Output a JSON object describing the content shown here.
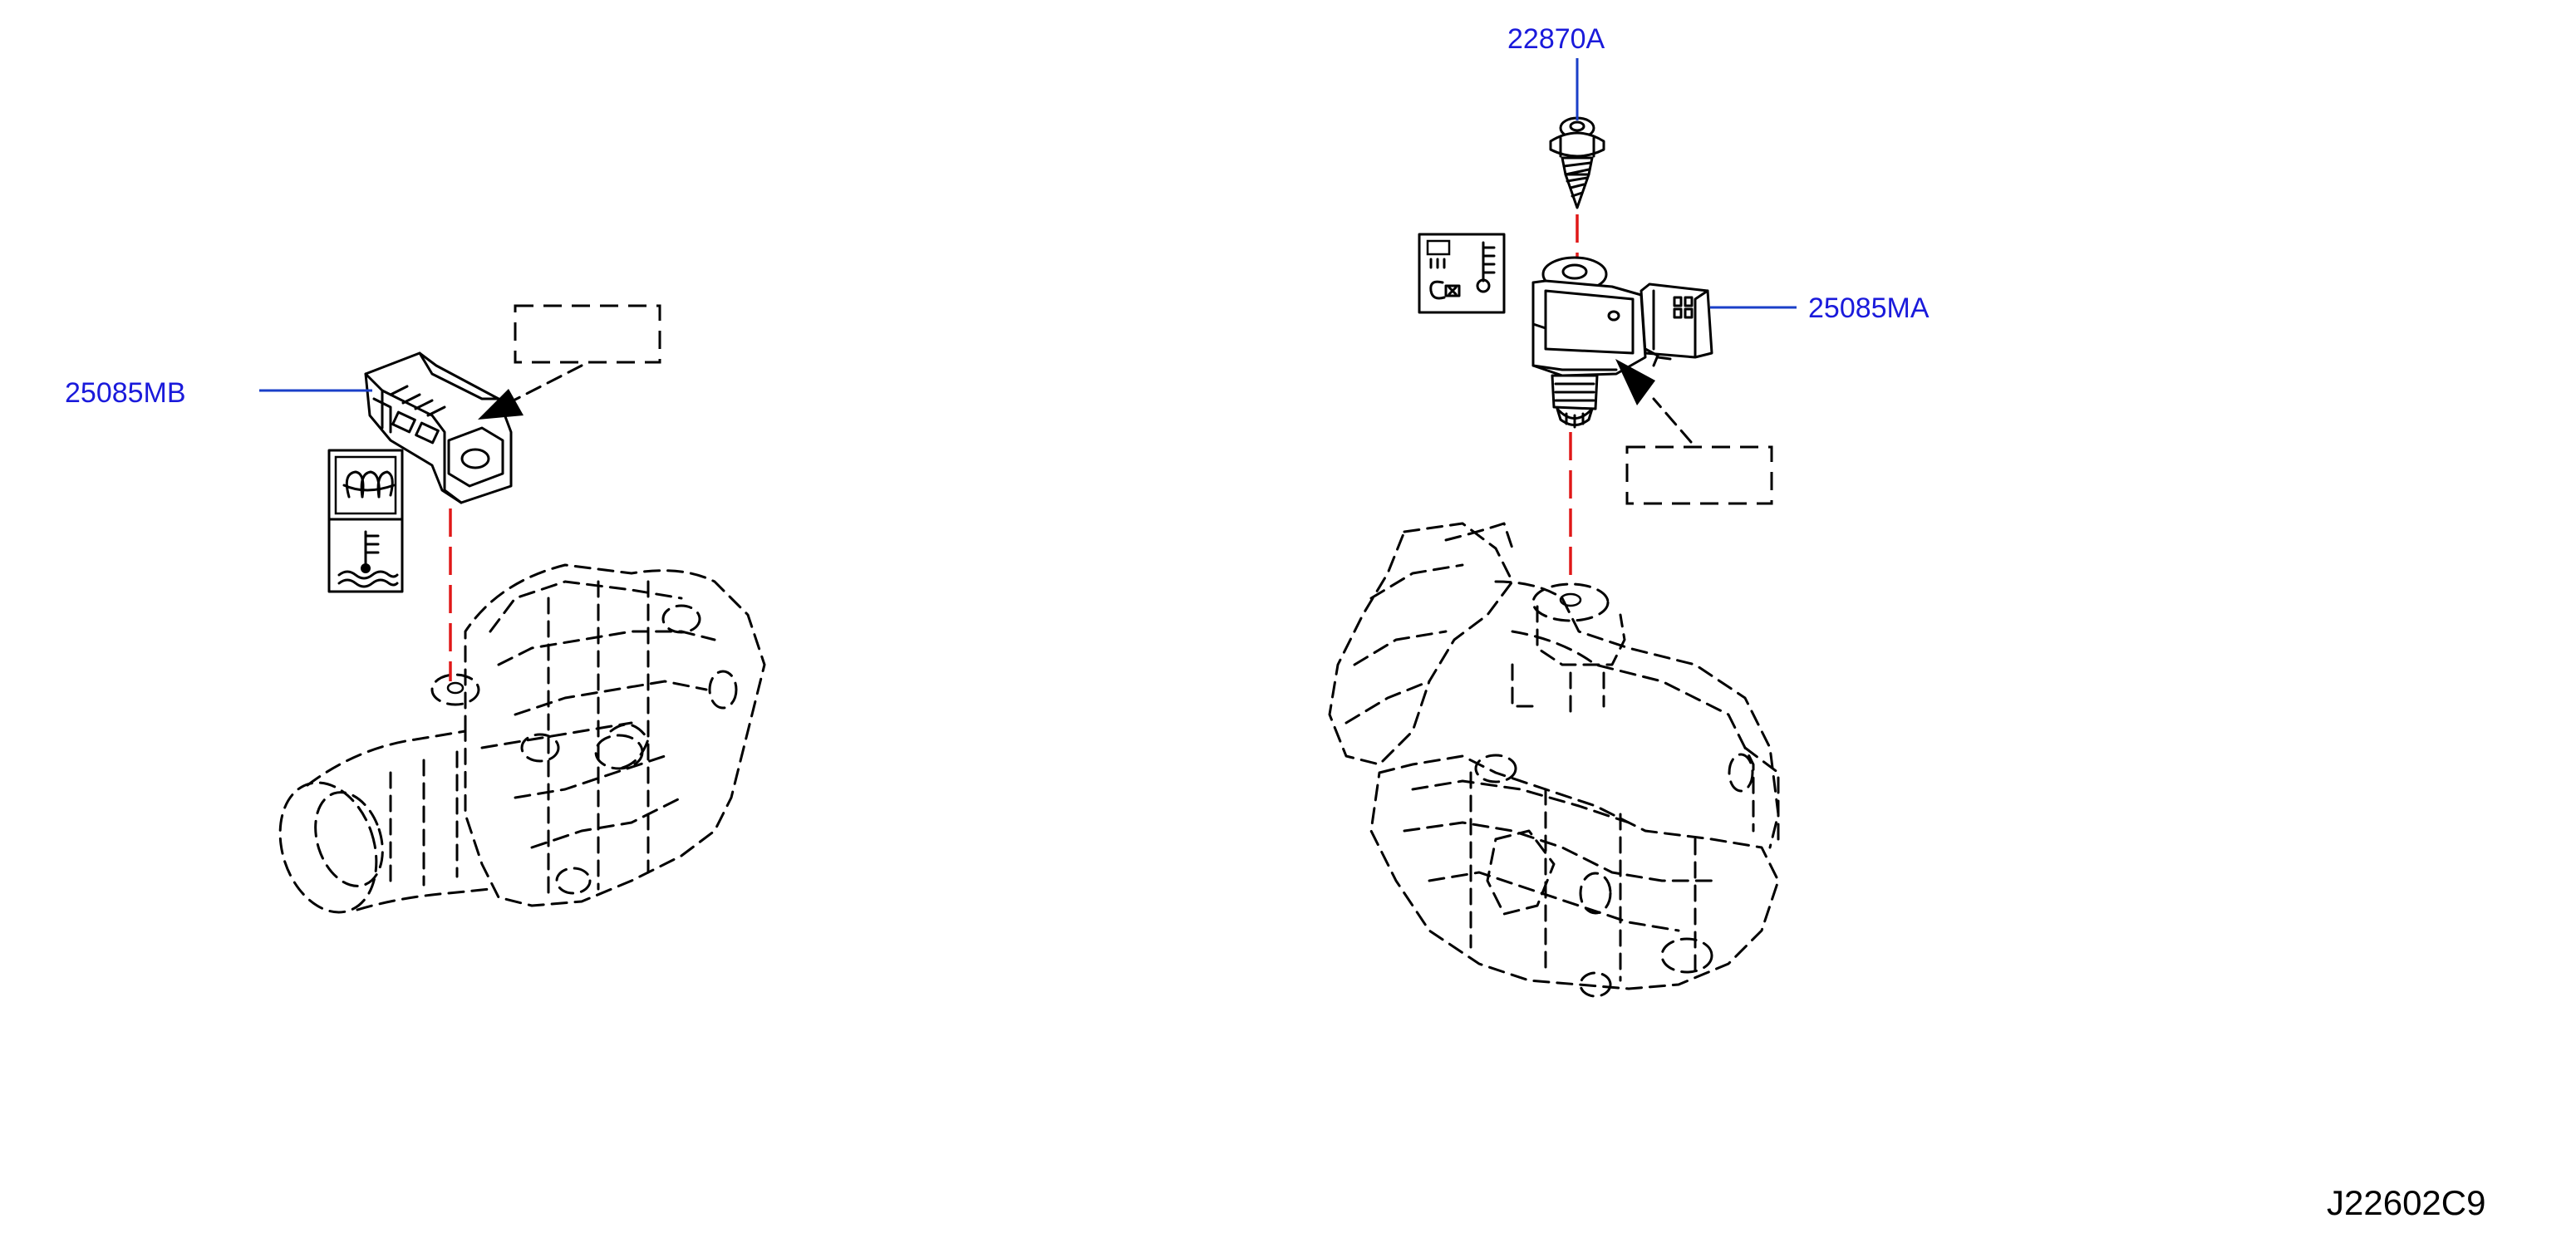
{
  "diagram_code": "J22602C9",
  "colors": {
    "callout_text": "#1a1adb",
    "leader_line": "#1a3fc8",
    "centerline": "#e01818",
    "ink": "#000000"
  },
  "parts": [
    {
      "part_number": "25085MB"
    },
    {
      "part_number": "22870A"
    },
    {
      "part_number": "25085MA"
    }
  ],
  "icons": [
    "boost-pressure-icon",
    "coolant-temperature-icon",
    "fuel-pressure-icon",
    "temperature-sensor-icon"
  ]
}
